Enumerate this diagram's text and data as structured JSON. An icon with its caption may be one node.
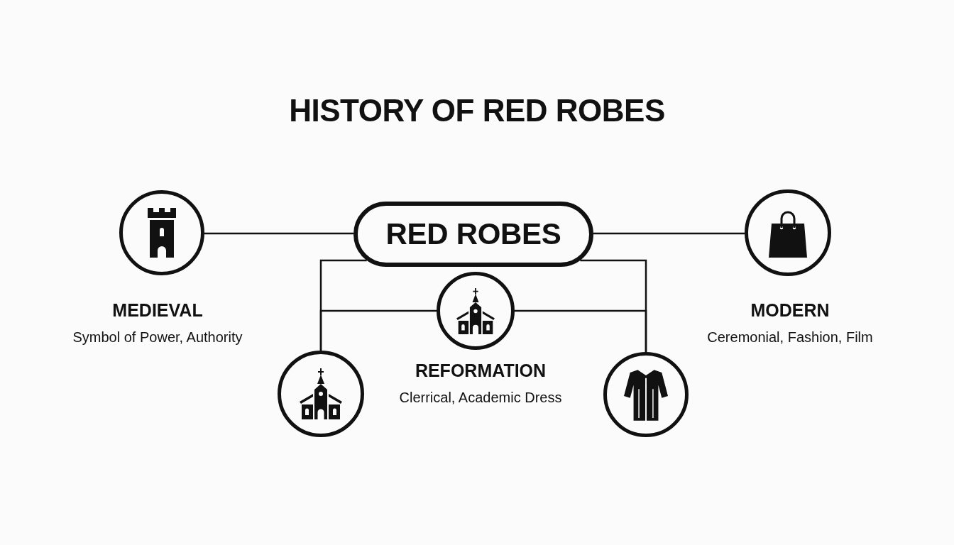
{
  "diagram": {
    "title": "HISTORY OF RED ROBES",
    "nodes": [
      {
        "text": [],
        "shape": "circle",
        "beside": [
          "MEDIEVAL",
          "Symbol of Power, Authority"
        ]
      },
      {
        "text": [
          "RED ROBES"
        ]
      },
      {
        "text": [],
        "shape": "circle",
        "beside": [
          "MODERN",
          "Ceremonial, Fashion, Film"
        ]
      },
      {
        "text": [],
        "shape": "circle",
        "beside": [
          "REFORMATION",
          "Clerrical, Academic Dress"
        ]
      },
      {
        "text": [],
        "shape": "circle"
      },
      {
        "text": [],
        "shape": "circle"
      }
    ],
    "edges": [
      {
        "from": 0,
        "to": 1,
        "arrow": "none"
      },
      {
        "from": 1,
        "to": 2,
        "arrow": "none"
      },
      {
        "from": 1,
        "to": 4,
        "arrow": "none"
      },
      {
        "from": 1,
        "to": 5,
        "arrow": "none"
      },
      {
        "from": 3,
        "to": 4,
        "arrow": "none"
      },
      {
        "from": 3,
        "to": 5,
        "arrow": "none"
      }
    ]
  }
}
